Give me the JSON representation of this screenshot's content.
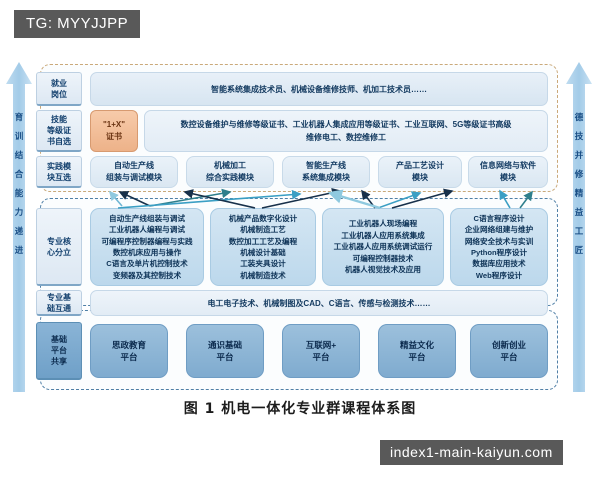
{
  "watermarks": {
    "top": "TG: MYYJJPP",
    "bottom": "index1-main-kaiyun.com"
  },
  "caption": "图 1  机电一体化专业群课程体系图",
  "side_arrows": {
    "left": {
      "name": "育训结合能力递进",
      "chars": "育 训 结 合 能 力 递 进"
    },
    "right": {
      "name": "德技并修精益工匠",
      "chars": "德 技 并 修 精 益 工 匠"
    }
  },
  "row_labels": {
    "jobs": "就业\n岗位",
    "skill_cert": "技能\n等级证\n书自选",
    "practice": "实践模\n块互选",
    "core": "专业核\n心分立",
    "base": "专业基\n础互通",
    "platform": "基础\n平台\n共享"
  },
  "jobs_bar": "智能系统集成技术员、机械设备维修技师、机加工技术员……",
  "cert_chip": {
    "line1": "\"1+X\"",
    "line2": "证书"
  },
  "cert_bar": {
    "line1": "数控设备维护与维修等级证书、工业机器人集成应用等级证书、工业互联网、5G等级证书高级",
    "line2": "维修电工、数控维修工"
  },
  "modules": [
    {
      "line1": "自动生产线",
      "line2": "组装与调试模块"
    },
    {
      "line1": "机械加工",
      "line2": "综合实践模块"
    },
    {
      "line1": "智能生产线",
      "line2": "系统集成模块"
    },
    {
      "line1": "产品工艺设计",
      "line2": "模块"
    },
    {
      "line1": "信息网络与软件",
      "line2": "模块"
    }
  ],
  "core_columns": [
    {
      "items": [
        "自动生产线组装与调试",
        "工业机器人编程与调试",
        "可编程序控制器编程与实践",
        "数控机床应用与操作",
        "C语言及单片机控制技术",
        "变频器及其控制技术"
      ]
    },
    {
      "items": [
        "机械产品数字化设计",
        "机械制造工艺",
        "数控加工工艺及编程",
        "机械设计基础",
        "工装夹具设计",
        "机械制造技术"
      ]
    },
    {
      "items": [
        "工业机器人现场编程",
        "工业机器人应用系统集成",
        "工业机器人应用系统调试运行",
        "可编程控制器技术",
        "机器人视觉技术及应用"
      ]
    },
    {
      "items": [
        "C语言程序设计",
        "企业网络组建与维护",
        "网络安全技术与实训",
        "Python程序设计",
        "数据库应用技术",
        "Web程序设计"
      ]
    }
  ],
  "base_bar": "电工电子技术、机械制图及CAD、C语言、传感与检测技术……",
  "platforms": [
    {
      "line1": "思政教育",
      "line2": "平台"
    },
    {
      "line1": "通识基础",
      "line2": "平台"
    },
    {
      "line1": "互联网+",
      "line2": "平台"
    },
    {
      "line1": "精益文化",
      "line2": "平台"
    },
    {
      "line1": "创新创业",
      "line2": "平台"
    }
  ],
  "colors": {
    "arrow_fill": "#a9cfe8",
    "arrow_text": "#1a4f86",
    "dashed_orange": "#caa97a",
    "dashed_blue": "#4f7fa6",
    "chip_blue": "#7fabcf",
    "cert_orange": "#edb289",
    "watermark_bg": "#595959"
  }
}
